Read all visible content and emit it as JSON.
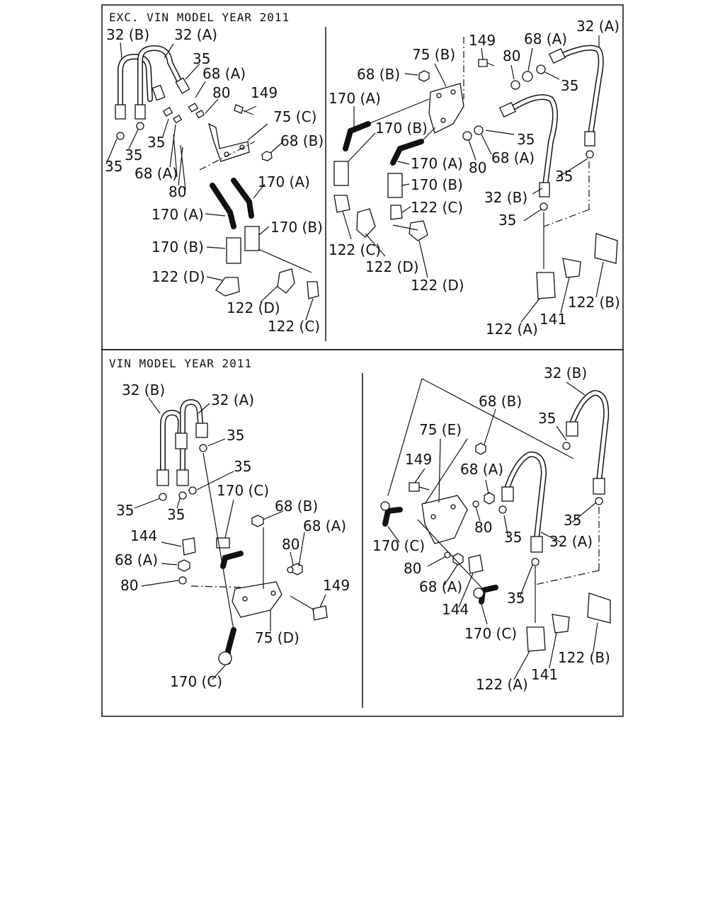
{
  "panels": {
    "top": {
      "title": "EXC. VIN MODEL YEAR 2011"
    },
    "bottom": {
      "title": "VIN MODEL YEAR 2011"
    }
  },
  "callouts": {
    "t1": [
      "32 (B)",
      "32 (A)",
      "35",
      "68 (A)",
      "80",
      "149",
      "75 (C)",
      "68 (B)",
      "35",
      "35",
      "35",
      "68 (A)",
      "80",
      "170 (A)",
      "170 (A)",
      "170 (B)",
      "170 (B)",
      "122 (D)",
      "122 (D)",
      "122 (C)"
    ],
    "t2": [
      "149",
      "75 (B)",
      "68 (A)",
      "80",
      "32 (A)",
      "68 (B)",
      "170 (A)",
      "35",
      "170 (B)",
      "35",
      "80",
      "68 (A)",
      "170 (A)",
      "170 (B)",
      "122 (C)",
      "32 (B)",
      "35",
      "35",
      "122 (C)",
      "122 (D)",
      "122 (D)",
      "122 (B)",
      "141",
      "122 (A)"
    ],
    "b1": [
      "32 (B)",
      "32 (A)",
      "35",
      "35",
      "170 (C)",
      "68 (B)",
      "68 (A)",
      "35",
      "35",
      "144",
      "80",
      "68 (A)",
      "80",
      "149",
      "75 (D)",
      "170 (C)"
    ],
    "b2": [
      "32 (B)",
      "68 (B)",
      "35",
      "75 (E)",
      "149",
      "68 (A)",
      "80",
      "170 (C)",
      "35",
      "32 (A)",
      "35",
      "80",
      "68 (A)",
      "144",
      "35",
      "170 (C)",
      "122 (B)",
      "141",
      "122 (A)"
    ]
  }
}
